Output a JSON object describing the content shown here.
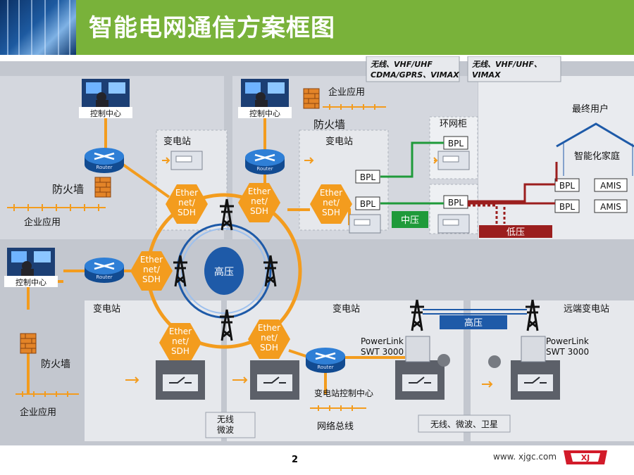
{
  "title": "智能电网通信方案框图",
  "top_boxes": [
    {
      "line1": "无线、VHF/UHF",
      "line2": "CDMA/GPRS、VIMAX"
    },
    {
      "line1": "无线、VHF/UHF、",
      "line2": "VIMAX"
    }
  ],
  "labels": {
    "control_center": "控制中心",
    "firewall": "防火墙",
    "enterprise_app": "企业应用",
    "substation": "变电站",
    "ring_main_unit": "环网柜",
    "end_user": "最终用户",
    "smart_home": "智能化家庭",
    "bpl": "BPL",
    "amis": "AMIS",
    "medium_voltage": "中压",
    "low_voltage": "低压",
    "high_voltage": "高压",
    "remote_substation": "远端变电站",
    "substation_control_center": "变电站控制中心",
    "network_bus": "网络总线",
    "wireless_microwave_l1": "无线",
    "wireless_microwave_l2": "微波",
    "wireless_microwave_satellite": "无线、微波、卫星",
    "powerlink_l1": "PowerLink",
    "powerlink_l2": "SWT 3000",
    "router": "Router",
    "eth1": "Ether",
    "eth2": "net/",
    "eth3": "SDH"
  },
  "footer": {
    "page": "2",
    "url": "www. xjgc.com",
    "logo_text": "XJ"
  },
  "colors": {
    "green": "#79b23a",
    "orange": "#f39c1e",
    "router_blue": "#1c60b5",
    "high_voltage_blue": "#1e5aa8",
    "mv_green": "#1f9a3a",
    "lv_red": "#9b1e1e",
    "panel_grey": "#c8ccd4"
  }
}
